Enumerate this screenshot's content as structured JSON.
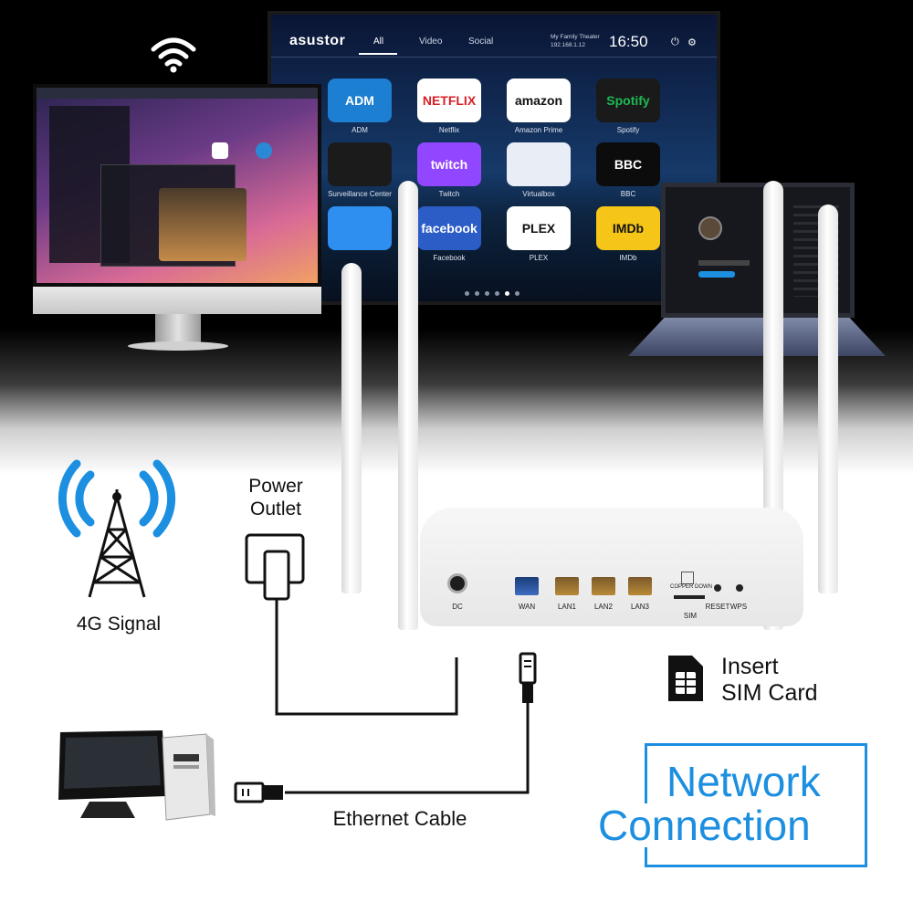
{
  "tv": {
    "brand": "asustor",
    "tabs": [
      "All",
      "Video",
      "Social"
    ],
    "device_name": "My Family Theater",
    "device_ip": "192.168.1.12",
    "time": "16:50",
    "apps": [
      {
        "tile": "ADM",
        "label": "ADM",
        "bg": "#1d7fd1",
        "fg": "#ffffff"
      },
      {
        "tile": "NETFLIX",
        "label": "Netflix",
        "bg": "#ffffff",
        "fg": "#d81f26"
      },
      {
        "tile": "amazon",
        "label": "Amazon Prime",
        "bg": "#ffffff",
        "fg": "#111111"
      },
      {
        "tile": "Spotify",
        "label": "Spotify",
        "bg": "#1a1a1a",
        "fg": "#1db954"
      },
      {
        "tile": "",
        "label": "Surveillance Center",
        "bg": "#1b1b1b",
        "fg": "#f4c21b"
      },
      {
        "tile": "twitch",
        "label": "Twitch",
        "bg": "#9146ff",
        "fg": "#ffffff"
      },
      {
        "tile": "",
        "label": "Virtualbox",
        "bg": "#e8edf6",
        "fg": "#2d58a8"
      },
      {
        "tile": "BBC",
        "label": "BBC",
        "bg": "#0c0c0c",
        "fg": "#ffffff"
      },
      {
        "tile": "",
        "label": "",
        "bg": "#2f8ff0",
        "fg": "#ffffff"
      },
      {
        "tile": "facebook",
        "label": "Facebook",
        "bg": "#2c5cc6",
        "fg": "#ffffff"
      },
      {
        "tile": "PLEX",
        "label": "PLEX",
        "bg": "#ffffff",
        "fg": "#111111"
      },
      {
        "tile": "IMDb",
        "label": "IMDb",
        "bg": "#f5c518",
        "fg": "#111111"
      }
    ]
  },
  "router": {
    "ports": {
      "dc": "DC",
      "wan": "WAN",
      "lan1": "LAN1",
      "lan2": "LAN2",
      "lan3": "LAN3",
      "sim_hint": "COPPER DOWN",
      "sim": "SIM",
      "reset": "RESET",
      "wps": "WPS"
    }
  },
  "labels": {
    "power_outlet_line1": "Power",
    "power_outlet_line2": "Outlet",
    "signal": "4G Signal",
    "insert_sim_line1": "Insert",
    "insert_sim_line2": "SIM Card",
    "ethernet_cable": "Ethernet Cable",
    "network_line1": "Network",
    "network_line2": "Connection"
  },
  "colors": {
    "accent_blue": "#1c8fe0",
    "lan_port": "#b88a38",
    "wan_port": "#3e6cc0"
  },
  "icons": [
    "wifi-icon",
    "cell-tower-icon",
    "power-plug-icon",
    "sim-card-icon",
    "ethernet-plug-icon",
    "power-icon",
    "gear-icon"
  ]
}
